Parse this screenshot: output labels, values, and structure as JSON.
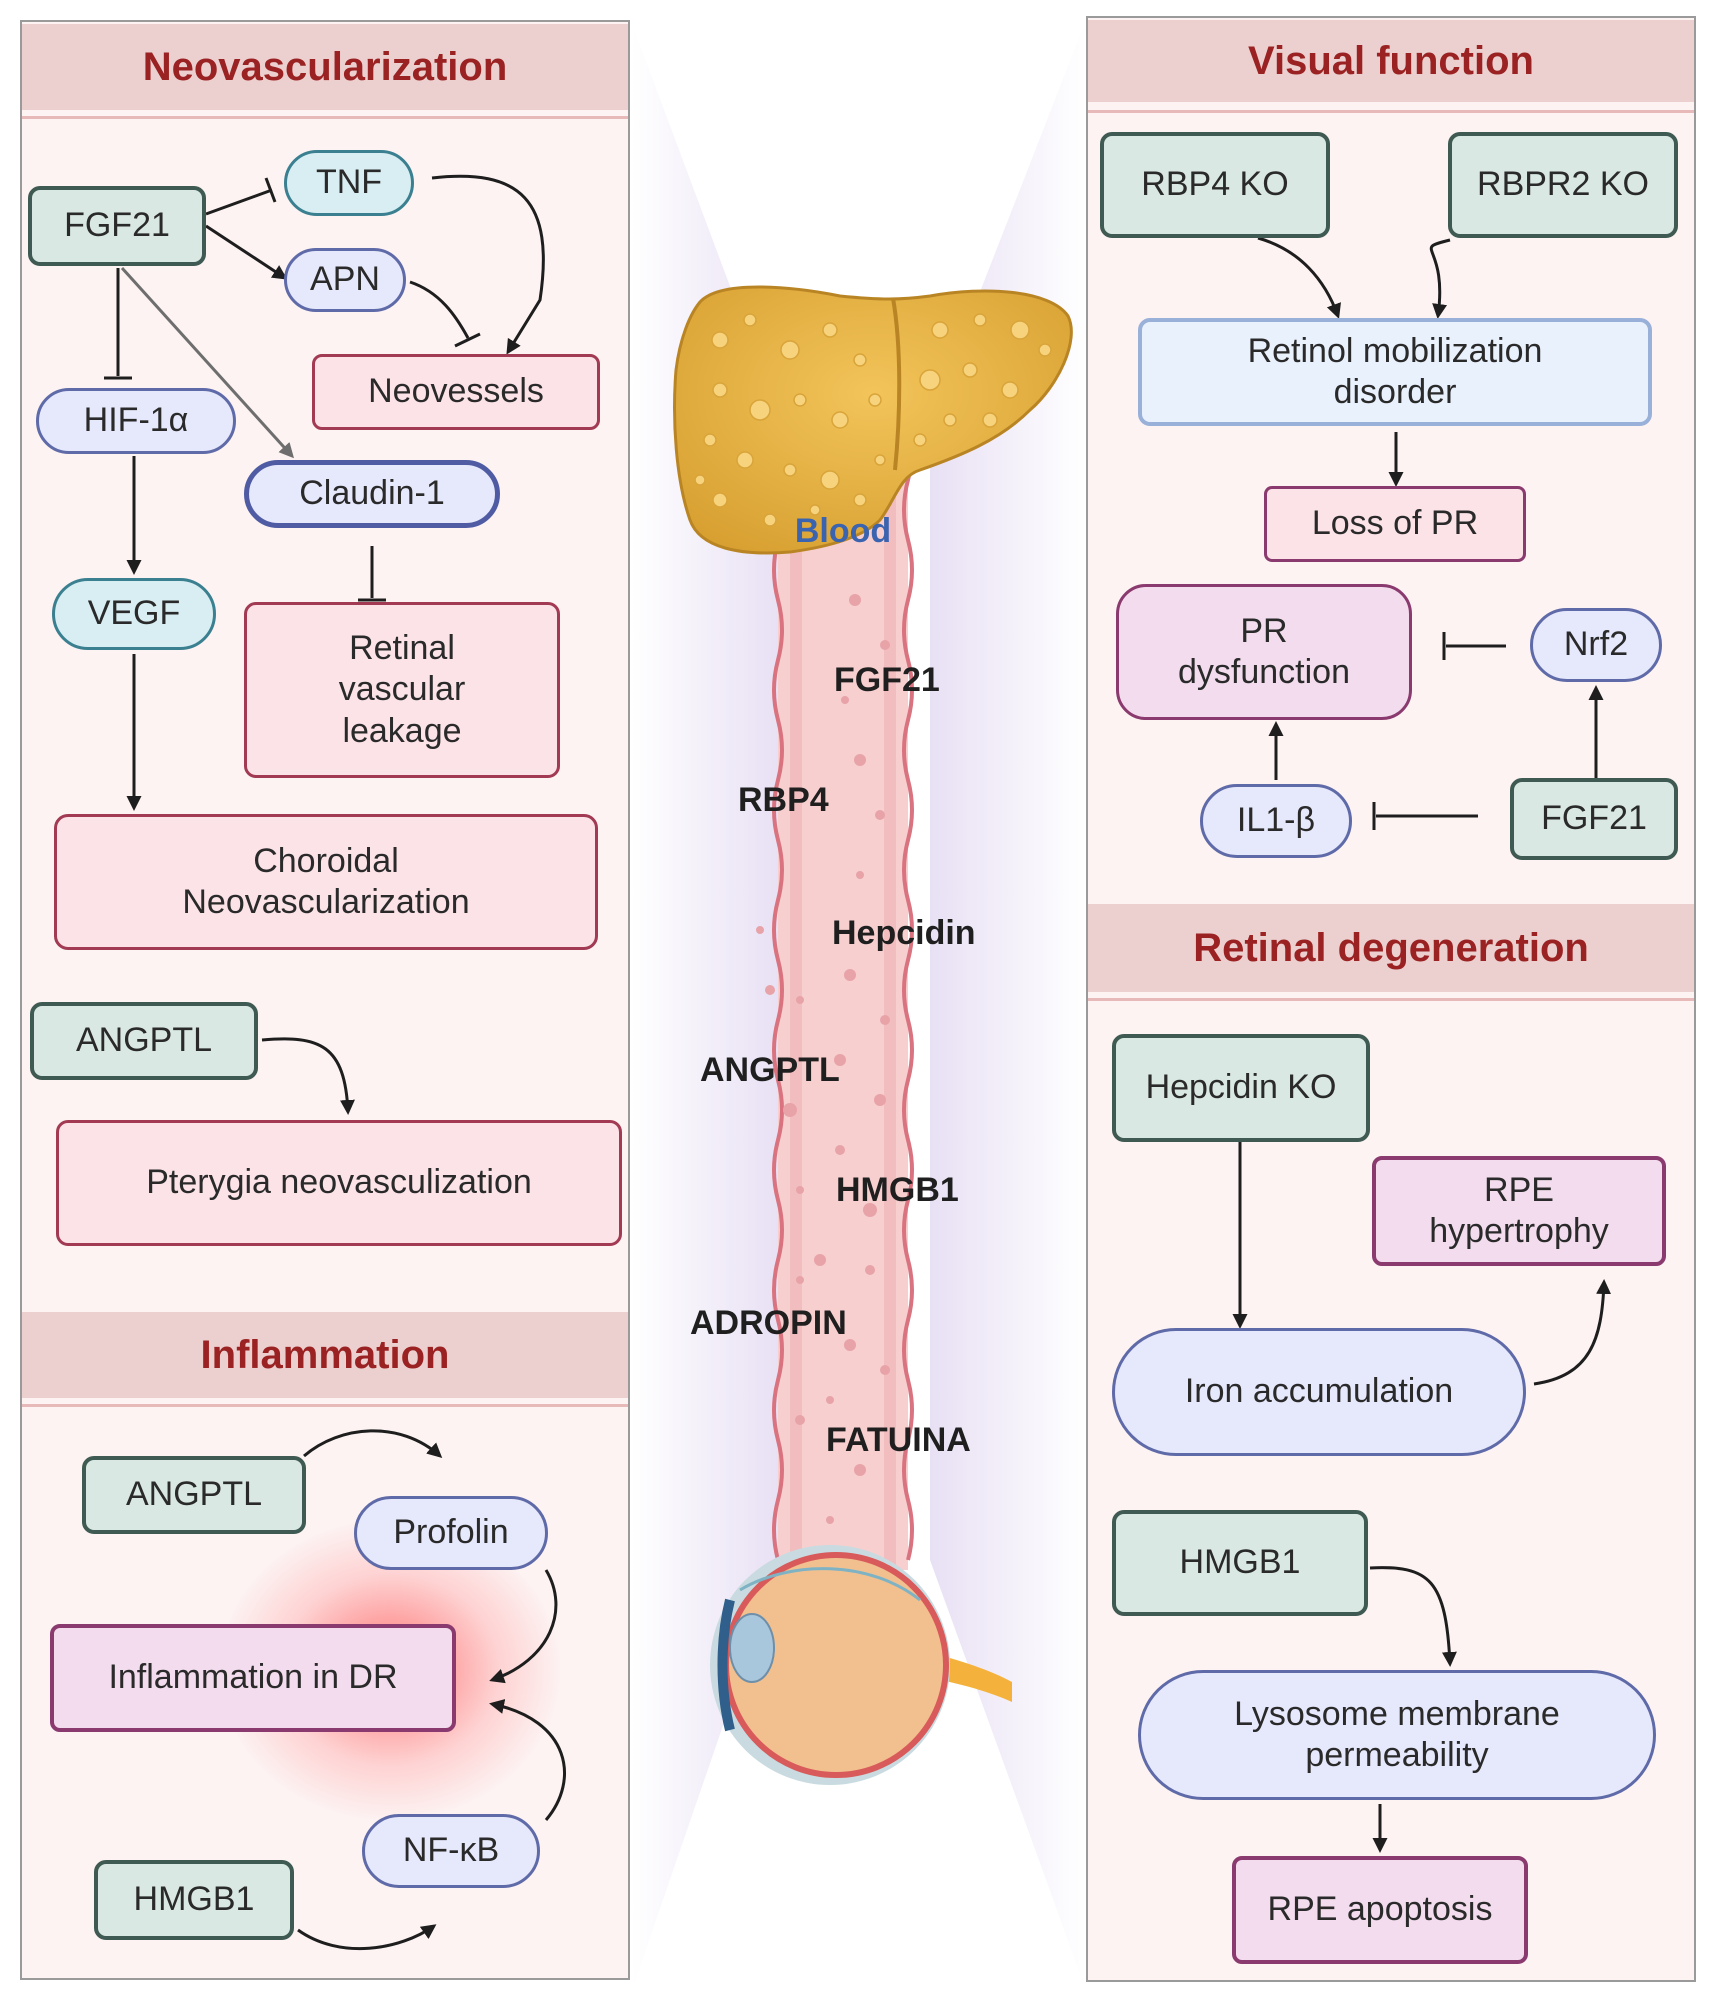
{
  "panels": {
    "neovascularization": {
      "title": "Neovascularization",
      "fgf21": "FGF21",
      "tnf": "TNF",
      "apn": "APN",
      "neovessels": "Neovessels",
      "hif1a": "HIF-1α",
      "claudin1": "Claudin-1",
      "vegf": "VEGF",
      "retinal_leakage": "Retinal\nvascular\nleakage",
      "choroidal": "Choroidal\nNeovascularization",
      "angptl": "ANGPTL",
      "pterygia": "Pterygia neovasculization"
    },
    "inflammation": {
      "title": "Inflammation",
      "angptl": "ANGPTL",
      "profolin": "Profolin",
      "inflammation_dr": "Inflammation in DR",
      "nfkb": "NF-κB",
      "hmgb1": "HMGB1"
    },
    "visual_function": {
      "title": "Visual function",
      "rbp4_ko": "RBP4 KO",
      "rbpr2_ko": "RBPR2 KO",
      "retinol": "Retinol mobilization\ndisorder",
      "loss_pr": "Loss of PR",
      "pr_dysfunction": "PR\ndysfunction",
      "nrf2": "Nrf2",
      "il1b": "IL1-β",
      "fgf21": "FGF21"
    },
    "retinal_degeneration": {
      "title": "Retinal degeneration",
      "hepcidin_ko": "Hepcidin KO",
      "rpe_hypertrophy": "RPE\nhypertrophy",
      "iron": "Iron accumulation",
      "hmgb1": "HMGB1",
      "lysosome": "Lysosome membrane\npermeability",
      "rpe_apoptosis": "RPE apoptosis"
    }
  },
  "center": {
    "blood_label": "Blood",
    "blood_labels": [
      "FGF21",
      "RBP4",
      "Hepcidin",
      "ANGPTL",
      "HMGB1",
      "ADROPIN",
      "FATUINA"
    ]
  },
  "colors": {
    "header_bg": "#ecd0d0",
    "header_text": "#9b2222",
    "panel_bg": "#fdf3f3",
    "green_node": "#d9e8e3",
    "pink_node": "#fbe3e8",
    "lavender_node": "#e6e8fb",
    "liver": "#e8b64a",
    "vessel": "#f7cfcf",
    "blood_text": "#3b64b0"
  }
}
